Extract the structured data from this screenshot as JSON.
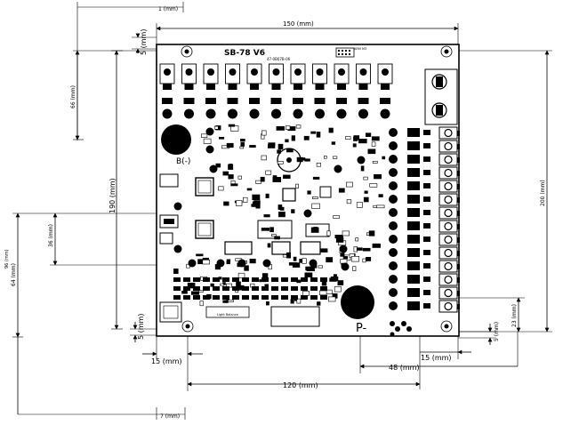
{
  "board": {
    "title": "SB-78 V6",
    "part_number": "47-0B07B-06",
    "ic_label": "ARM M3",
    "polarity_neg": "B(-)",
    "p_minus": "P-",
    "light_label": "Light Balance"
  },
  "dimensions": {
    "top_small": "1 (mm)",
    "top_width": "150 (mm)",
    "left_5_top": "5 (mm)",
    "left_66": "66 (mm)",
    "left_190": "190 (mm)",
    "left_5_bottom": "5 (mm)",
    "left_64": "64 (mm)",
    "left_36": "36 (mm)",
    "left_outer": "96 (mm)",
    "right_200": "200 (mm)",
    "right_23": "23 (mm)",
    "right_5": "5 (mm)",
    "bottom_15_left": "15 (mm)",
    "bottom_15_right": "15 (mm)",
    "bottom_48": "48 (mm)",
    "bottom_120": "120 (mm)",
    "bottom_small": "7 (mm)"
  }
}
